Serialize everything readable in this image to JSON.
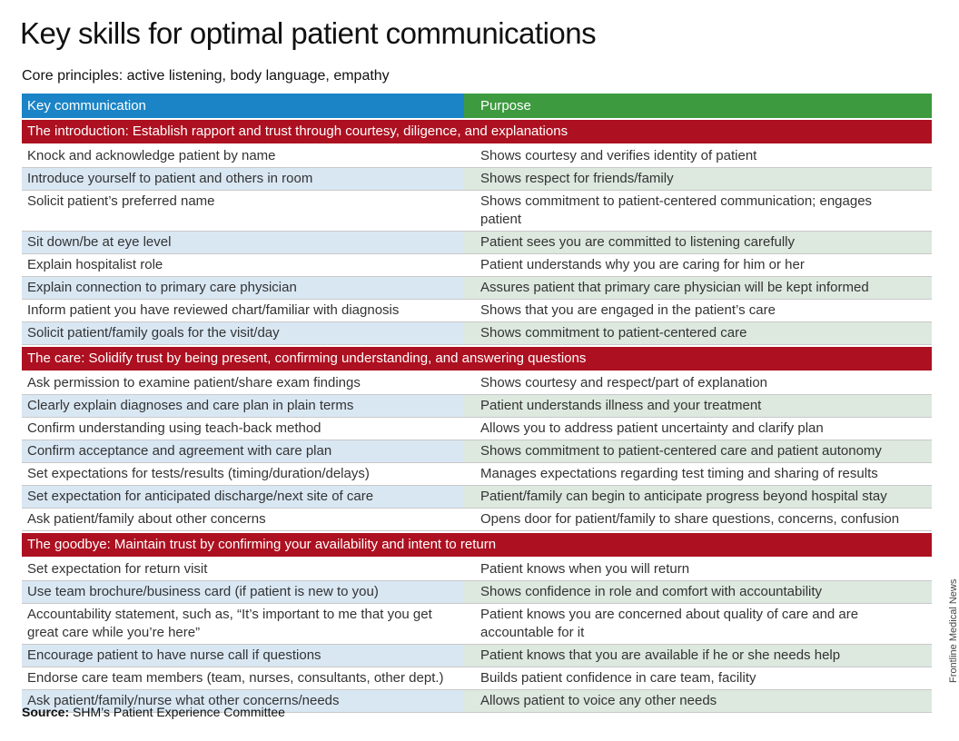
{
  "title": "Key skills for optimal patient communications",
  "subtitle": "Core principles: active listening, body language, empathy",
  "columns": {
    "left": "Key communication",
    "right": "Purpose"
  },
  "sections": [
    {
      "heading": "The introduction: Establish rapport and trust through courtesy, diligence, and explanations",
      "rows": [
        [
          "Knock and acknowledge patient by name",
          "Shows courtesy and verifies identity of patient"
        ],
        [
          "Introduce yourself to patient and others in room",
          "Shows respect for friends/family"
        ],
        [
          "Solicit patient’s preferred name",
          "Shows commitment to patient-centered communication; engages patient"
        ],
        [
          "Sit down/be at eye level",
          "Patient sees you are committed to listening carefully"
        ],
        [
          "Explain hospitalist role",
          "Patient understands why you are caring for him or her"
        ],
        [
          "Explain connection to primary care physician",
          "Assures patient that primary care physician will be kept informed"
        ],
        [
          "Inform patient you have reviewed chart/familiar with diagnosis",
          "Shows that you are engaged in the patient’s care"
        ],
        [
          "Solicit patient/family goals for the visit/day",
          "Shows commitment to patient-centered care"
        ]
      ]
    },
    {
      "heading": "The care: Solidify trust by being present, confirming understanding, and answering questions",
      "rows": [
        [
          "Ask permission to examine patient/share exam findings",
          "Shows courtesy and respect/part of explanation"
        ],
        [
          "Clearly explain diagnoses and care plan in plain terms",
          "Patient understands illness and your treatment"
        ],
        [
          "Confirm understanding using teach-back method",
          "Allows you to address patient uncertainty and clarify plan"
        ],
        [
          "Confirm acceptance and agreement with care plan",
          "Shows commitment to patient-centered care and patient autonomy"
        ],
        [
          "Set expectations for tests/results (timing/duration/delays)",
          "Manages expectations regarding test timing and sharing of results"
        ],
        [
          "Set expectation for anticipated discharge/next site of care",
          "Patient/family can begin to anticipate progress beyond hospital stay"
        ],
        [
          "Ask patient/family about other concerns",
          "Opens door for patient/family to share questions, concerns, confusion"
        ]
      ]
    },
    {
      "heading": "The goodbye: Maintain trust by confirming your availability and intent to return",
      "rows": [
        [
          "Set expectation for return visit",
          "Patient knows when you will return"
        ],
        [
          "Use team brochure/business card (if patient is new to you)",
          "Shows confidence in role and comfort with accountability"
        ],
        [
          "Accountability statement, such as, “It’s important to me that you get great care while you’re here”",
          "Patient knows you are concerned about quality of care and are accountable for it"
        ],
        [
          "Encourage patient to have nurse call if questions",
          "Patient knows that you are available if he or she needs help"
        ],
        [
          "Endorse care team members (team, nurses, consultants, other dept.)",
          "Builds patient confidence in care team, facility"
        ],
        [
          "Ask patient/family/nurse what other concerns/needs",
          "Allows patient to voice any other needs"
        ]
      ]
    }
  ],
  "source": {
    "label": "Source:",
    "text": "SHM’s Patient Experience Committee"
  },
  "credit": "Frontline Medical News"
}
